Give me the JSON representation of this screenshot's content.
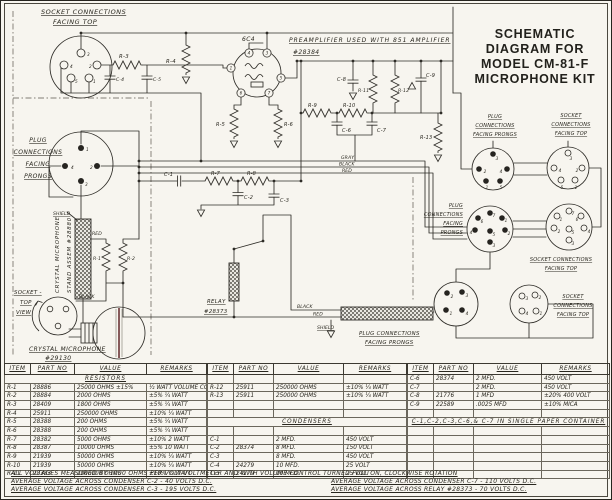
{
  "title_block": {
    "lines": [
      "SCHEMATIC",
      "DIAGRAM FOR",
      "MODEL CM-81-F",
      "MICROPHONE KIT"
    ]
  },
  "schematic": {
    "socket_tl_title": [
      "SOCKET CONNECTIONS",
      "FACING TOP"
    ],
    "tube_label": "6C4",
    "preamp_note": [
      "PREAMPLIFIER USED WITH 851 AMPLIFIER",
      "#28384"
    ],
    "plug_left_title": [
      "PLUG",
      "CONNECTIONS",
      "FACING",
      "PRONGS"
    ],
    "shield_upper": "SHIELD",
    "stand_assembly": [
      "CRYSTAL MICROPHONE",
      "STAND ASSEM #28880"
    ],
    "socket_view_title": [
      "SOCKET -",
      "TOP",
      "VIEW"
    ],
    "crystal_mic_label": [
      "CRYSTAL MICROPHONE",
      "#29130"
    ],
    "relay_label": [
      "RELAY",
      "#28373"
    ],
    "bus_labels": [
      "GRAY",
      "BLACK",
      "RED"
    ],
    "cable_wire_labels": [
      "BLACK",
      "RED"
    ],
    "shield_lower": "SHIELD",
    "cable_plug_title": [
      "PLUG CONNECTIONS",
      "FACING PRONGS"
    ],
    "mic_wire_red": "RED",
    "mic_wire_black": "BLACK",
    "pair1_plug_title": [
      "PLUG",
      "CONNECTIONS",
      "FACING PRONGS"
    ],
    "pair1_socket_title": [
      "SOCKET",
      "CONNECTIONS",
      "FACING TOP"
    ],
    "pair2_plug_title": [
      "PLUG",
      "CONNECTIONS",
      "FACING",
      "PRONGS"
    ],
    "pair2_socket_title": [
      "SOCKET CONNECTIONS",
      "FACING TOP"
    ],
    "pair3_socket_title": [
      "SOCKET",
      "CONNECTIONS",
      "FACING TOP"
    ],
    "refs": {
      "r1": "R-1",
      "r2": "R-2",
      "r3": "R-3",
      "r4": "R-4",
      "r5": "R-5",
      "r6": "R-6",
      "r7": "R-7",
      "r8": "R-8",
      "r9": "R-9",
      "r10": "R-10",
      "r11": "R-11",
      "r12": "R-12",
      "r13": "R-13",
      "c1": "C-1",
      "c2": "C-2",
      "c3": "C-3",
      "c4": "C-4",
      "c5": "C-5",
      "c6": "C-6",
      "c7": "C-7",
      "c8": "C-8",
      "c9": "C-9"
    },
    "pins": {
      "socket_tl": [
        "3",
        "4",
        "2",
        "5",
        "1"
      ],
      "plug_left": [
        "1",
        "4",
        "2",
        "3"
      ],
      "tube": [
        "4",
        "3",
        "1",
        "5",
        "6",
        "7"
      ],
      "pair1_plug": [
        "3",
        "2",
        "4",
        "1",
        "5"
      ],
      "pair1_socket": [
        "3",
        "4",
        "2",
        "5",
        "1"
      ],
      "pair2_plug": [
        "6",
        "7",
        "1",
        "4",
        "5",
        "2",
        "3"
      ],
      "pair2_socket": [
        "1",
        "7",
        "6",
        "2",
        "5",
        "4",
        "3"
      ],
      "pair3_plug": [
        "2",
        "3",
        "1",
        "4"
      ],
      "pair3_socket": [
        "3",
        "2",
        "4",
        "1"
      ]
    }
  },
  "tables": {
    "headers": [
      "ITEM",
      "PART NO",
      "VALUE",
      "REMARKS"
    ],
    "left": {
      "rows": [
        {
          "span": "RESISTORS"
        },
        {
          "c": [
            "R-1",
            "28886",
            "25000 OHMS ±15%",
            "½ WATT VOLUME CONTROL"
          ]
        },
        {
          "c": [
            "R-2",
            "28884",
            "2000 OHMS",
            "±5%  ¼ WATT"
          ]
        },
        {
          "c": [
            "R-3",
            "28409",
            "1800 OHMS",
            "±5%  ¼ WATT"
          ]
        },
        {
          "c": [
            "R-4",
            "25911",
            "250000 OHMS",
            "±10%  ¼ WATT"
          ]
        },
        {
          "c": [
            "R-5",
            "28388",
            "200 OHMS",
            "±5%  ¼ WATT"
          ]
        },
        {
          "c": [
            "R-6",
            "28388",
            "200 OHMS",
            "±5%  ¼ WATT"
          ]
        },
        {
          "c": [
            "R-7",
            "28382",
            "5000 OHMS",
            "±10%  2 WATT"
          ]
        },
        {
          "c": [
            "R-8",
            "28387",
            "10000 OHMS",
            "±5%  10 WATT"
          ]
        },
        {
          "c": [
            "R-9",
            "21939",
            "50000 OHMS",
            "±10%  ¼ WATT"
          ]
        },
        {
          "c": [
            "R-10",
            "21939",
            "50000 OHMS",
            "±10%  ¼ WATT"
          ]
        },
        {
          "c": [
            "R-11",
            "28383",
            "1000000 OHMS",
            "±10%  ¼ WATT"
          ]
        }
      ]
    },
    "middle": {
      "rows": [
        {
          "c": [
            "",
            "",
            "",
            ""
          ]
        },
        {
          "c": [
            "R-12",
            "25911",
            "250000 OHMS",
            "±10%  ¼ WATT"
          ]
        },
        {
          "c": [
            "R-13",
            "25911",
            "250000 OHMS",
            "±10%  ¼ WATT"
          ]
        },
        {
          "c": [
            "",
            "",
            "",
            ""
          ]
        },
        {
          "c": [
            "",
            "",
            "",
            ""
          ]
        },
        {
          "span": "CONDENSERS"
        },
        {
          "c": [
            "",
            "",
            "",
            ""
          ]
        },
        {
          "c": [
            "C-1",
            "",
            "2 MFD.",
            "450 VOLT"
          ]
        },
        {
          "c": [
            "C-2",
            "28374",
            "8 MFD.",
            "150 VOLT"
          ]
        },
        {
          "c": [
            "C-3",
            "",
            "8 MFD.",
            "450 VOLT"
          ]
        },
        {
          "c": [
            "C-4",
            "24279",
            "10 MFD.",
            "25 VOLT"
          ]
        },
        {
          "c": [
            "C-5",
            "24279",
            "10 MFD.",
            "25 VOLT"
          ]
        }
      ]
    },
    "right": {
      "rows": [
        {
          "c": [
            "C-6",
            "28374",
            "2 MFD.",
            "450 VOLT"
          ]
        },
        {
          "c": [
            "C-7",
            "",
            "2 MFD.",
            "450 VOLT"
          ]
        },
        {
          "c": [
            "C-8",
            "21776",
            "1 MFD",
            "±20%  400 VOLT"
          ]
        },
        {
          "c": [
            "C-9",
            "22589",
            ".0025 MFD",
            "±10%  MICA"
          ]
        },
        {
          "c": [
            "",
            "",
            "",
            ""
          ]
        },
        {
          "span": "C-1,C-2,C-3,C-6,& C-7 IN SINGLE PAPER CONTAINER"
        },
        {
          "c": [
            "",
            "",
            "",
            ""
          ]
        },
        {
          "c": [
            "",
            "",
            "",
            ""
          ]
        },
        {
          "c": [
            "",
            "",
            "",
            ""
          ]
        },
        {
          "c": [
            "",
            "",
            "",
            ""
          ]
        },
        {
          "c": [
            "",
            "",
            "",
            ""
          ]
        },
        {
          "c": [
            "",
            "",
            "",
            ""
          ]
        }
      ]
    }
  },
  "notes": {
    "line1": "ALL VOLTAGES MEASURED BY 1000 OHMS PER VOLT VOLTMETER AND WITH VOLUME CONTROL TURNED FULL ON, CLOCKWISE ROTATION",
    "line2_left": "AVERAGE VOLTAGE ACROSS CONDENSER C-2 -  40 VOLTS D.C.",
    "line2_right": "AVERAGE VOLTAGE ACROSS CONDENSER C-7 - 110 VOLTS D.C.",
    "line3_left": "AVERAGE VOLTAGE ACROSS CONDENSER C-3 - 195 VOLTS D.C.",
    "line3_right": "AVERAGE VOLTAGE ACROSS RELAY #28373  -  70 VOLTS D.C."
  }
}
